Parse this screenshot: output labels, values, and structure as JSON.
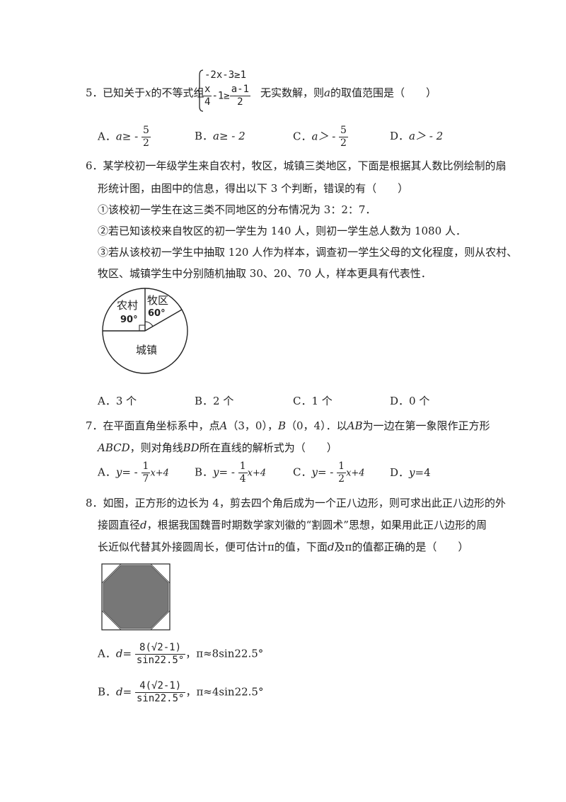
{
  "q5": {
    "num": "5．",
    "pre": "已知关于",
    "var_x": "x",
    "mid": "的不等式组",
    "row1": "-2x-3≥1",
    "row2_a_num": "x",
    "row2_a_den": "4",
    "row2_mid": "-1≥",
    "row2_b_num": "a-1",
    "row2_b_den": "2",
    "post1": "无实数解，则",
    "var_a": "a",
    "post2": "的取值范围是（　　）",
    "options": {
      "A_label": "A．",
      "A_expr": "a≥ -",
      "A_num": "5",
      "A_den": "2",
      "B_label": "B．",
      "B_expr": "a≥ - 2",
      "C_label": "C．",
      "C_expr": "a＞ -",
      "C_num": "5",
      "C_den": "2",
      "D_label": "D．",
      "D_expr": "a＞ - 2"
    }
  },
  "q6": {
    "line1": "6．某学校初一年级学生来自农村，牧区，城镇三类地区，下面是根据其人数比例绘制的扇",
    "line2": "形统计图，由图中的信息，得出以下 3 个判断，错误的有（　　）",
    "line3": "①该校初一学生在这三类不同地区的分布情况为 3：2：7．",
    "line4": "②若已知该校来自牧区的初一学生为 140 人，则初一学生总人数为 1080 人．",
    "line5": "③若从该校初一学生中抽取 120 人作为样本，调查初一学生父母的文化程度，则从农村、",
    "line6": "牧区、城镇学生中分别随机抽取 30、20、70 人，样本更具有代表性．",
    "pie": {
      "rural": "农村",
      "rural_deg": "90°",
      "pasture": "牧区",
      "pasture_deg": "60°",
      "town": "城镇"
    },
    "options": {
      "A": "A．3 个",
      "B": "B．2 个",
      "C": "C．1 个",
      "D": "D．0 个"
    }
  },
  "q7": {
    "line1_a": "7．在平面直角坐标系中，点",
    "A": "A",
    "line1_b": "（3，0），",
    "B": "B",
    "line1_c": "（0，4）．以",
    "AB": "AB",
    "line1_d": "为一边在第一象限作正方形",
    "ABCD": "ABCD",
    "line2_a": "，则对角线",
    "BD": "BD",
    "line2_b": "所在直线的解析式为（　　）",
    "options": {
      "A_pre": "A．",
      "A_y": "y",
      "A_eq": "= -",
      "A_num": "1",
      "A_den": "7",
      "A_post": "x+4",
      "B_pre": "B．",
      "B_y": "y",
      "B_eq": "= -",
      "B_num": "1",
      "B_den": "4",
      "B_post": "x+4",
      "C_pre": "C．",
      "C_y": "y",
      "C_eq": "= -",
      "C_num": "1",
      "C_den": "2",
      "C_post": "x+4",
      "D_pre": "D．",
      "D_y": "y",
      "D_post": "=4"
    }
  },
  "q8": {
    "line1": "8．如图，正方形的边长为 4，剪去四个角后成为一个正八边形，则可求出此正八边形的外",
    "line2_a": "接圆直径",
    "d": "d",
    "line2_b": "，根据我国魏晋时期数学家刘徽的“割圆术”思想，如果用此正八边形的周",
    "line3": "长近似代替其外接圆周长，便可估计π的值，下面",
    "line3_d": "d",
    "line3_b": "及π的值都正确的是（　　）",
    "options": {
      "A_pre": "A．",
      "A_d": "d",
      "A_eq": "=",
      "A_num": "8(√2-1)",
      "A_den": "sin22.5°",
      "A_post": "，π≈8sin22.5°",
      "B_pre": "B．",
      "B_d": "d",
      "B_eq": "=",
      "B_num": "4(√2-1)",
      "B_den": "sin22.5°",
      "B_post": "，π≈4sin22.5°"
    }
  }
}
